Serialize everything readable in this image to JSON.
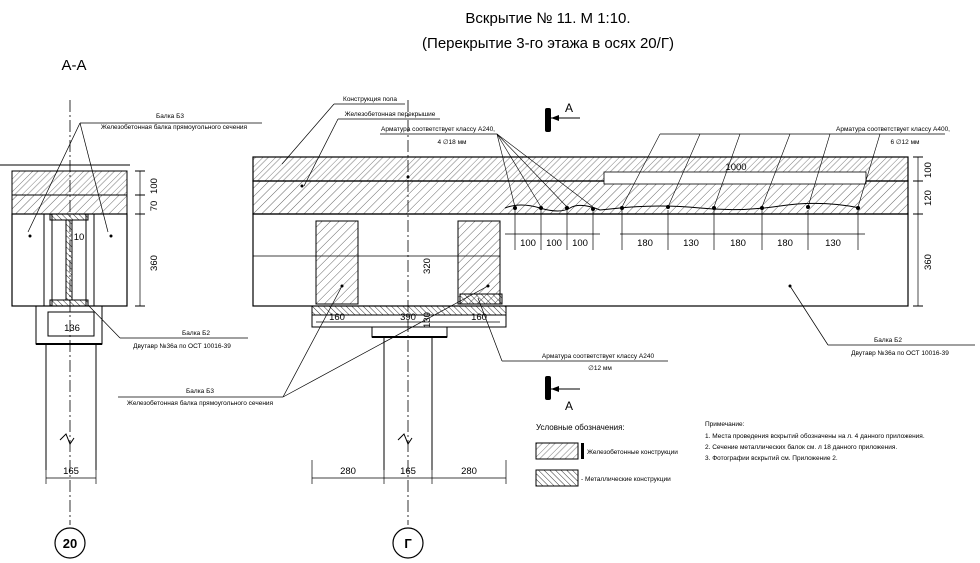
{
  "title": {
    "line1": "Вскрытие № 11. М 1:10.",
    "line2": "(Перекрытие 3-го этажа в осях 20/Г)"
  },
  "section_label": "А-А",
  "section_mark": "А",
  "axes": {
    "left": "20",
    "right": "Г"
  },
  "left_callouts": {
    "b3_title": "Балка Б3",
    "b3_desc": "Железобетонная балка прямоугольного сечения",
    "b2_title": "Балка Б2",
    "b2_desc": "Двутавр №36а по ОСТ 10016-39"
  },
  "center_callouts": {
    "floor": "Конструкция пола",
    "slab": "Железобетонная перекрышие",
    "rebar_left": "Арматура соответствует классу А240,",
    "rebar_left_size": "4 ∅18 мм",
    "rebar_right": "Арматура соответствует классу А400,",
    "rebar_right_size": "6 ∅12 мм",
    "b3_title": "Балка Б3",
    "b3_desc": "Железобетонная балка прямоугольного сечения",
    "b2_title": "Балка Б2",
    "b2_desc": "Двутавр №36а по ОСТ 10016-39",
    "rebar_bottom": "Арматура соответствует классу А240",
    "rebar_bottom_size": "∅12 мм"
  },
  "dimensions": {
    "left_100": "100",
    "left_70": "70",
    "left_360": "360",
    "left_10": "10",
    "left_136": "136",
    "left_165": "165",
    "spacing": [
      "100",
      "100",
      "100"
    ],
    "spacing_right": [
      "180",
      "130",
      "180",
      "180",
      "130"
    ],
    "span_1000": "1000",
    "right_100": "100",
    "right_120": "120",
    "right_360": "360",
    "mid_320": "320",
    "mid_130": "130",
    "bot_160a": "160",
    "bot_390": "390",
    "bot_160b": "160",
    "foot_280a": "280",
    "foot_165": "165",
    "foot_280b": "280"
  },
  "legend": {
    "title": "Условные обозначения:",
    "rc": "Железобетонные конструкции",
    "metal": "- Металлические конструкции"
  },
  "notes": {
    "title": "Примечание:",
    "items": [
      "1. Места проведения вскрытий обозначены на л. 4 данного приложения.",
      "2. Сечение металлических балок см. л 18 данного приложения.",
      "3. Фотографии вскрытий см. Приложение 2."
    ]
  }
}
